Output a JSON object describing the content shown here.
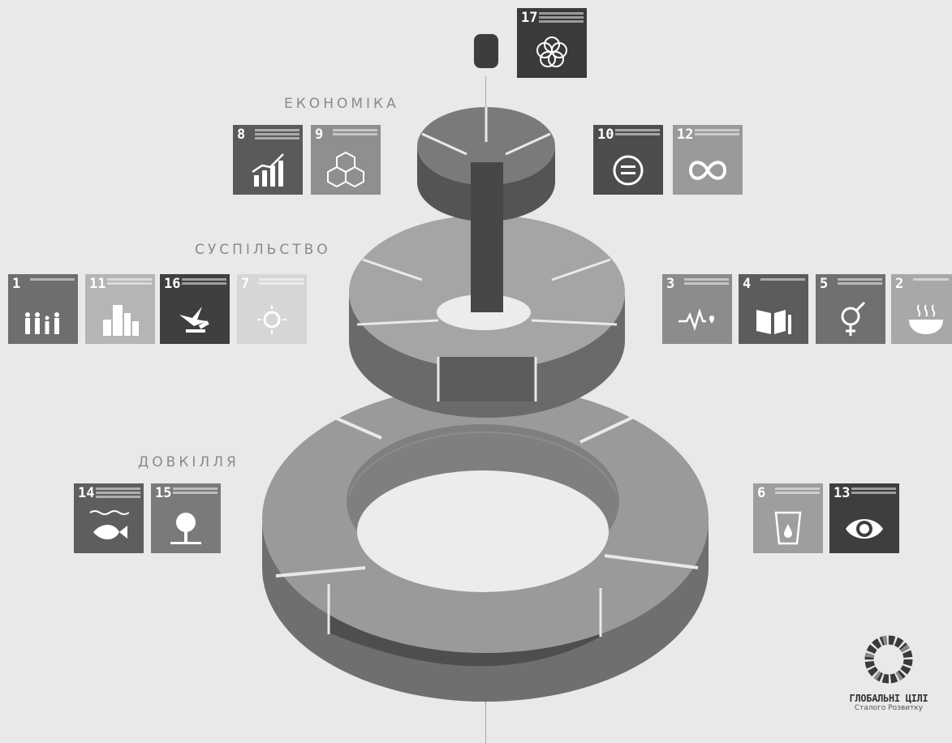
{
  "sections": {
    "economy": "ЕКОНОМІКА",
    "society": "СУСПІЛЬСТВО",
    "environment": "ДОВКІЛЛЯ"
  },
  "tiles": {
    "t17": {
      "num": "17",
      "icon": "flower-rings-icon",
      "color": "#3a3a3a"
    },
    "t8": {
      "num": "8",
      "icon": "growth-chart-icon",
      "color": "#5a5a5a"
    },
    "t9": {
      "num": "9",
      "icon": "cubes-icon",
      "color": "#8f8f8f"
    },
    "t10": {
      "num": "10",
      "icon": "equality-icon",
      "color": "#4d4d4d"
    },
    "t12": {
      "num": "12",
      "icon": "infinity-icon",
      "color": "#9a9a9a"
    },
    "t1": {
      "num": "1",
      "icon": "family-icon",
      "color": "#6e6e6e"
    },
    "t11": {
      "num": "11",
      "icon": "city-icon",
      "color": "#b5b5b5"
    },
    "t16": {
      "num": "16",
      "icon": "dove-gavel-icon",
      "color": "#3f3f3f"
    },
    "t7": {
      "num": "7",
      "icon": "sun-icon",
      "color": "#d6d6d6"
    },
    "t3": {
      "num": "3",
      "icon": "heartbeat-icon",
      "color": "#8c8c8c"
    },
    "t4": {
      "num": "4",
      "icon": "book-icon",
      "color": "#5c5c5c"
    },
    "t5": {
      "num": "5",
      "icon": "gender-icon",
      "color": "#707070"
    },
    "t2": {
      "num": "2",
      "icon": "bowl-icon",
      "color": "#a8a8a8"
    },
    "t14": {
      "num": "14",
      "icon": "fish-icon",
      "color": "#5e5e5e"
    },
    "t15": {
      "num": "15",
      "icon": "tree-icon",
      "color": "#7a7a7a"
    },
    "t6": {
      "num": "6",
      "icon": "water-drop-icon",
      "color": "#9e9e9e"
    },
    "t13": {
      "num": "13",
      "icon": "eye-globe-icon",
      "color": "#3e3e3e"
    }
  },
  "logo": {
    "title": "ГЛОБАЛЬНІ ЦІЛІ",
    "subtitle": "Сталого Розвитку"
  }
}
